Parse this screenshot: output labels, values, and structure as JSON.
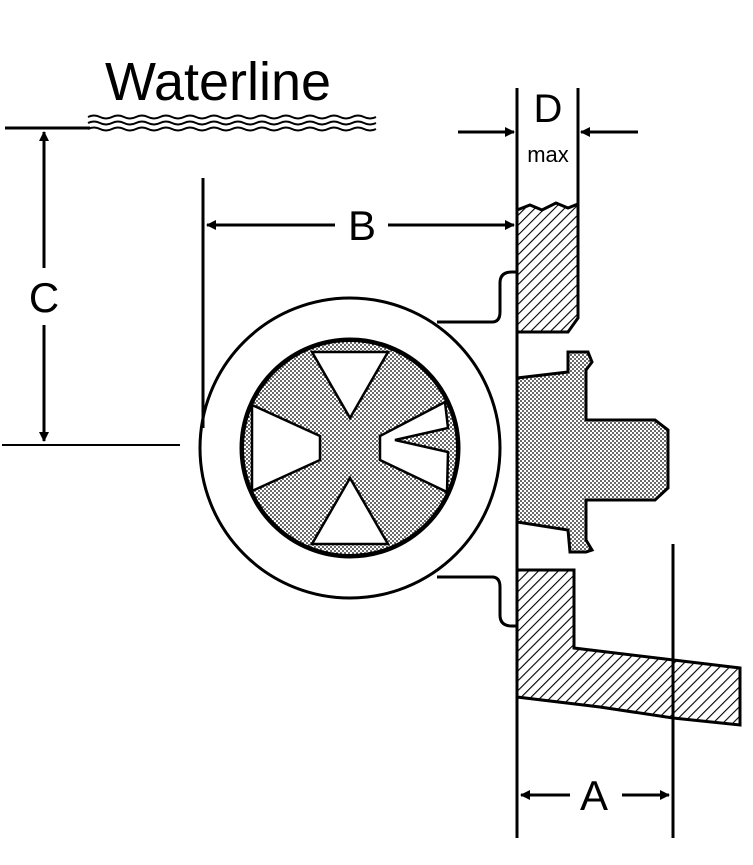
{
  "labels": {
    "waterline": "Waterline",
    "a": "A",
    "b": "B",
    "c": "C",
    "d": "D",
    "max": "max"
  },
  "colors": {
    "ink": "#000000",
    "background": "#ffffff"
  }
}
